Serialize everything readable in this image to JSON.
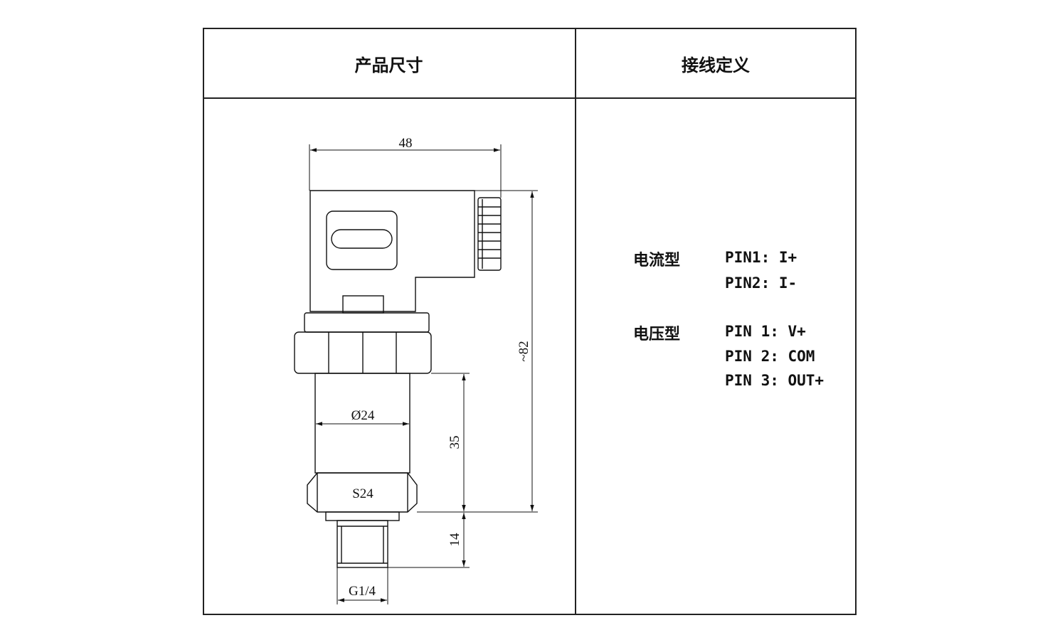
{
  "headers": {
    "dimensions": "产品尺寸",
    "wiring": "接线定义"
  },
  "drawing": {
    "width_label": "48",
    "height_label": "~82",
    "diameter_label": "Ø24",
    "length_label": "35",
    "hex_label": "S24",
    "thread_length_label": "14",
    "thread_label": "G1/4"
  },
  "wiring": {
    "current": {
      "label": "电流型",
      "pins": [
        "PIN1: I+",
        "PIN2: I-"
      ]
    },
    "voltage": {
      "label": "电压型",
      "pins": [
        "PIN 1: V+",
        "PIN 2: COM",
        "PIN 3: OUT+"
      ]
    }
  }
}
